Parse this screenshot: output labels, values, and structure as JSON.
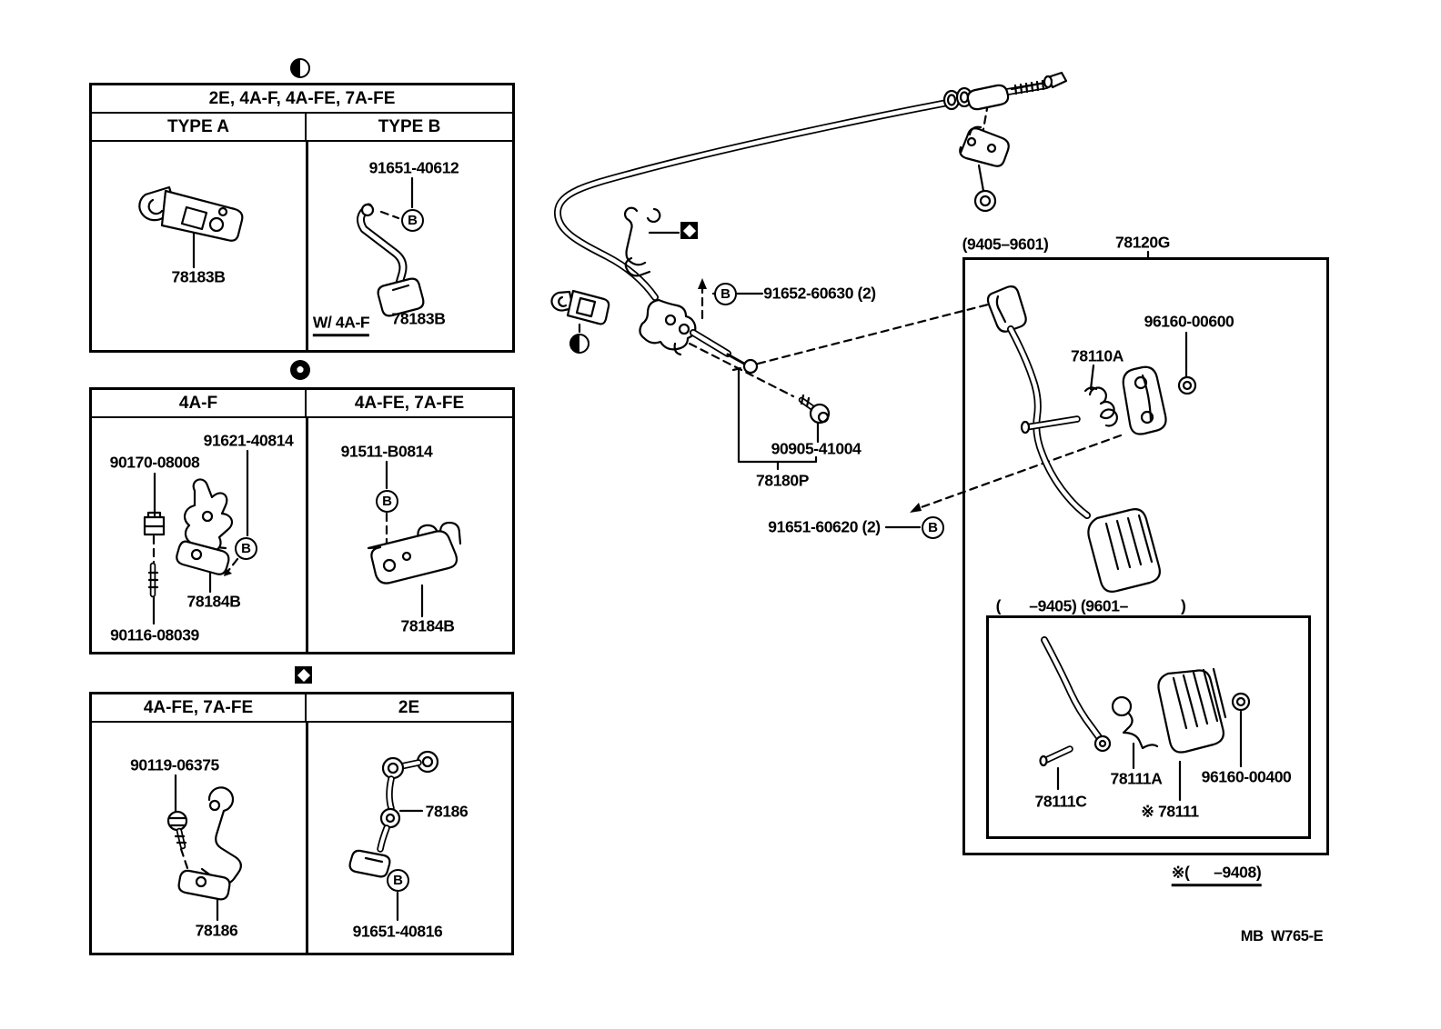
{
  "diagram": {
    "bolt_ref": "B",
    "code": "MB  W765-E",
    "footnote": "※(      –9408)"
  },
  "box1": {
    "title": "2E, 4A-F, 4A-FE, 7A-FE",
    "col_a_header": "TYPE A",
    "col_b_header": "TYPE B",
    "part_78183b_a": "78183B",
    "part_91651_40612": "91651-40612",
    "part_78183b_b": "78183B",
    "note_w_4af": "W/ 4A-F"
  },
  "box2": {
    "col_left_header": "4A-F",
    "col_right_header": "4A-FE, 7A-FE",
    "part_91621_40814": "91621-40814",
    "part_90170_08008": "90170-08008",
    "part_78184b_left": "78184B",
    "part_90116_08039": "90116-08039",
    "part_91511_b0814": "91511-B0814",
    "part_78184b_right": "78184B"
  },
  "box3": {
    "col_left_header": "4A-FE, 7A-FE",
    "col_right_header": "2E",
    "part_90119_06375": "90119-06375",
    "part_78186_left": "78186",
    "part_78186_right": "78186",
    "part_91651_40816": "91651-40816"
  },
  "cable": {
    "part_91652_60630": "91652-60630 (2)",
    "part_90905_41004": "90905-41004",
    "part_78180p": "78180P",
    "part_91651_60620": "91651-60620 (2)"
  },
  "pedal": {
    "date_range": "(9405–9601)",
    "part_78120g": "78120G",
    "part_96160_00600": "96160-00600",
    "part_78110a": "78110A",
    "inner_date_range": "(       –9405) (9601–             )",
    "part_78111c": "78111C",
    "part_78111a": "78111A",
    "part_96160_00400": "96160-00400",
    "part_78111": "※ 78111"
  }
}
